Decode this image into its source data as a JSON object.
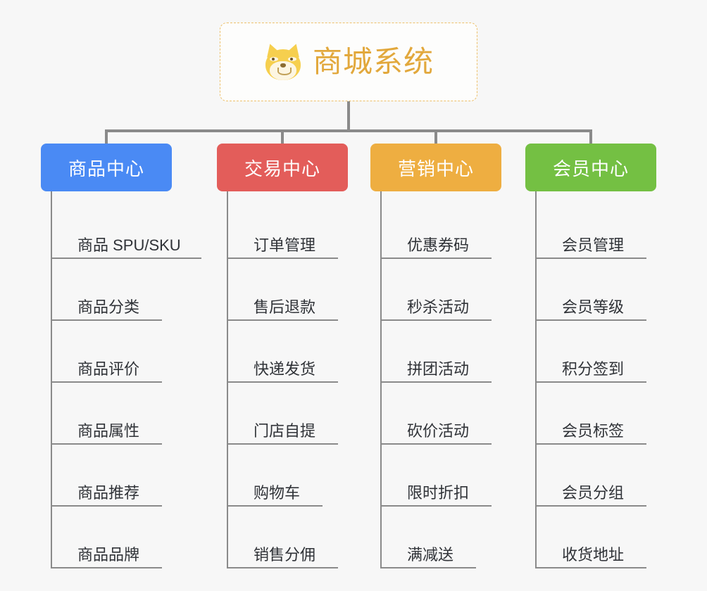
{
  "root": {
    "title": "商城系统",
    "icon": "shiba-dog-face-icon",
    "title_color": "#e2a83c",
    "border_color": "#edc06a"
  },
  "branches": [
    {
      "label": "商品中心",
      "color": "#4a8af4",
      "items": [
        "商品 SPU/SKU",
        "商品分类",
        "商品评价",
        "商品属性",
        "商品推荐",
        "商品品牌"
      ]
    },
    {
      "label": "交易中心",
      "color": "#e35d5a",
      "items": [
        "订单管理",
        "售后退款",
        "快递发货",
        "门店自提",
        "购物车",
        "销售分佣"
      ]
    },
    {
      "label": "营销中心",
      "color": "#eeae41",
      "items": [
        "优惠券码",
        "秒杀活动",
        "拼团活动",
        "砍价活动",
        "限时折扣",
        "满减送"
      ]
    },
    {
      "label": "会员中心",
      "color": "#74c043",
      "items": [
        "会员管理",
        "会员等级",
        "积分签到",
        "会员标签",
        "会员分组",
        "收货地址"
      ]
    }
  ],
  "theme": {
    "background": "#f7f7f7",
    "line_color": "#8a8a8a",
    "leaf_text_color": "#2f3237"
  }
}
